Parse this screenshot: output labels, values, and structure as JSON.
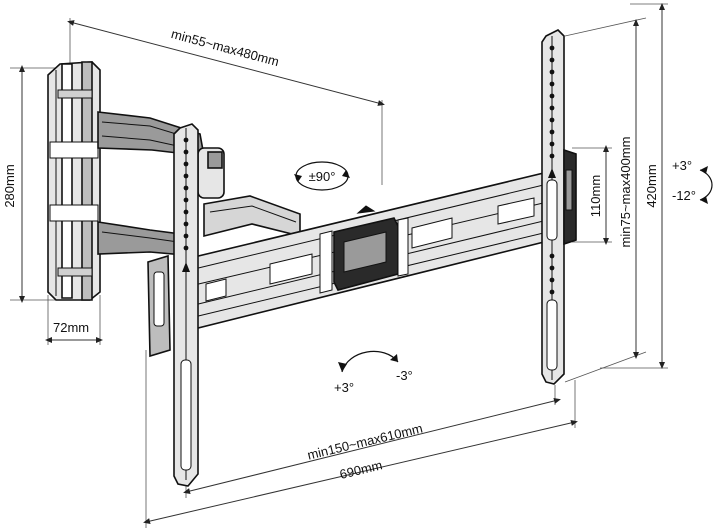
{
  "dimensions": {
    "arm_extension": "min55~max480mm",
    "wall_plate_height": "280mm",
    "wall_plate_depth": "72mm",
    "horizontal_span": "min150~max610mm",
    "overall_width": "690mm",
    "vertical_span": "min75~max400mm",
    "overall_height": "420mm",
    "center_block": "110mm"
  },
  "rotation": {
    "swivel": "±90°",
    "tilt_up": "+3°",
    "tilt_down": "-12°",
    "level_plus": "+3°",
    "level_minus": "-3°"
  },
  "colors": {
    "line": "#111111",
    "dark_fill": "#2a2a2a",
    "mid_fill": "#9a9a9a",
    "light_fill": "#e6e6e6"
  }
}
